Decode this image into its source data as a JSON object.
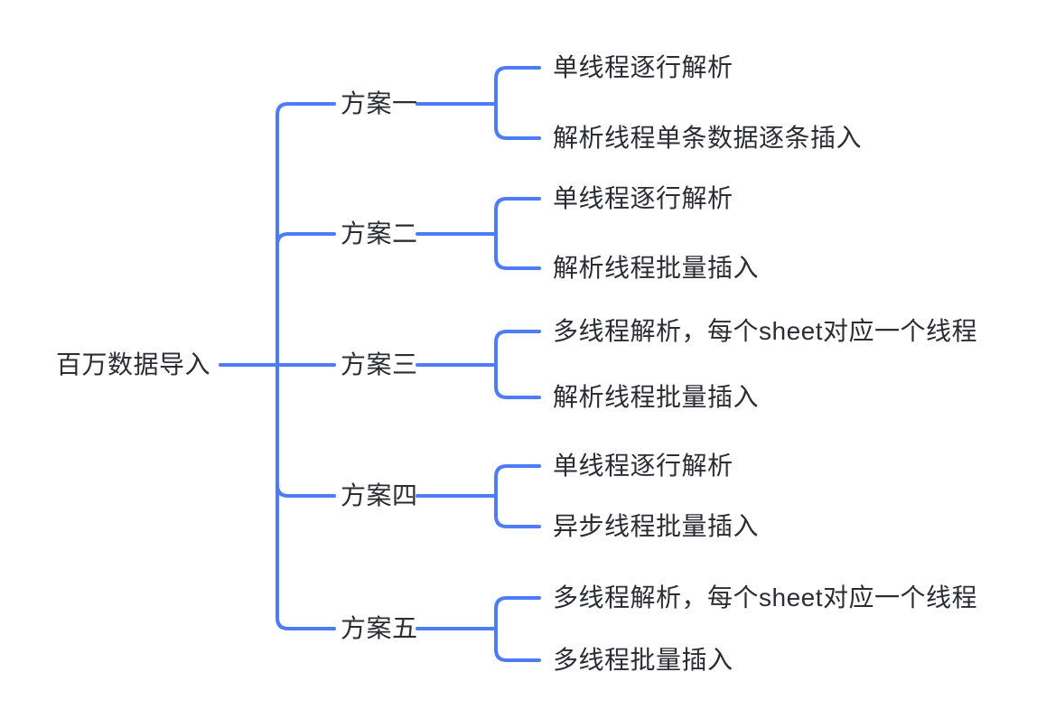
{
  "diagram": {
    "type": "mindmap",
    "root": {
      "label": "百万数据导入"
    },
    "plans": [
      {
        "label": "方案一",
        "children": [
          "单线程逐行解析",
          "解析线程单条数据逐条插入"
        ]
      },
      {
        "label": "方案二",
        "children": [
          "单线程逐行解析",
          "解析线程批量插入"
        ]
      },
      {
        "label": "方案三",
        "children": [
          "多线程解析，每个sheet对应一个线程",
          "解析线程批量插入"
        ]
      },
      {
        "label": "方案四",
        "children": [
          "单线程逐行解析",
          "异步线程批量插入"
        ]
      },
      {
        "label": "方案五",
        "children": [
          "多线程解析，每个sheet对应一个线程",
          "多线程批量插入"
        ]
      }
    ],
    "colors": {
      "connector_line": "#4e7cf6",
      "node_text": "#2b2d33",
      "background": "#ffffff"
    }
  }
}
